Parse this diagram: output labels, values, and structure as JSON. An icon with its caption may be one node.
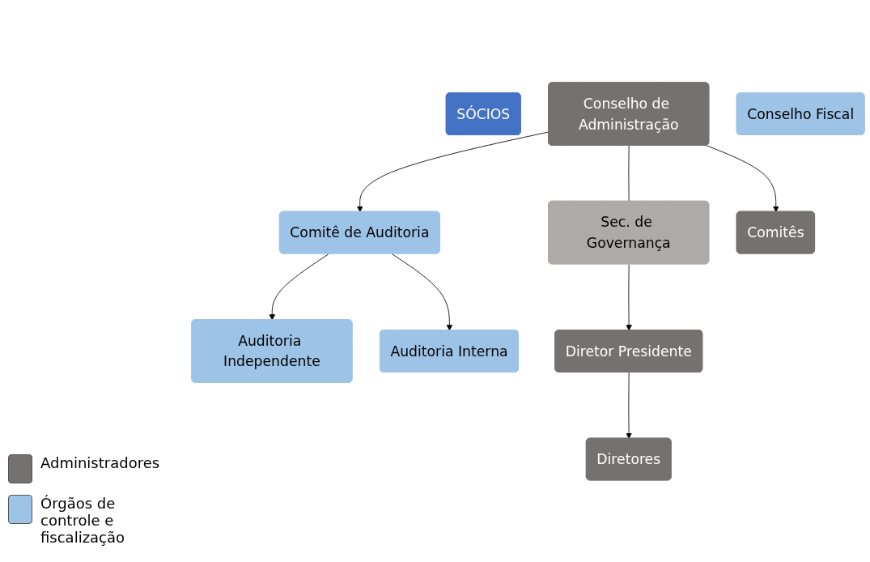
{
  "diagram": {
    "nodes": [
      {
        "text": [
          "SÓCIOS"
        ]
      },
      {
        "text": [
          "Conselho de Administração"
        ]
      },
      {
        "text": [
          "Conselho Fiscal"
        ]
      },
      {
        "text": [
          "Sec. de Governança"
        ]
      },
      {
        "text": [
          "Auditoria Independente"
        ]
      },
      {
        "text": [
          "Comitê de Auditoria"
        ]
      },
      {
        "text": [
          "Comitês"
        ]
      },
      {
        "text": [
          "Auditoria Interna"
        ]
      },
      {
        "text": [
          "Diretor Presidente"
        ]
      },
      {
        "text": [
          "Diretores"
        ]
      }
    ],
    "edges": [
      {
        "from": 1,
        "to": 5,
        "arrow": "to"
      },
      {
        "from": 1,
        "to": 3,
        "arrow": "none"
      },
      {
        "from": 3,
        "to": 8,
        "arrow": "to"
      },
      {
        "from": 1,
        "to": 6,
        "arrow": "to"
      },
      {
        "from": 5,
        "to": 4,
        "arrow": "to"
      },
      {
        "from": 5,
        "to": 7,
        "arrow": "to"
      },
      {
        "from": 8,
        "to": 9,
        "arrow": "to"
      }
    ],
    "legend": [
      {
        "text": "Administradores",
        "color": "#767171"
      },
      {
        "text": "Órgãos de controle e fiscalização",
        "color": "#9dc3e6"
      }
    ]
  }
}
